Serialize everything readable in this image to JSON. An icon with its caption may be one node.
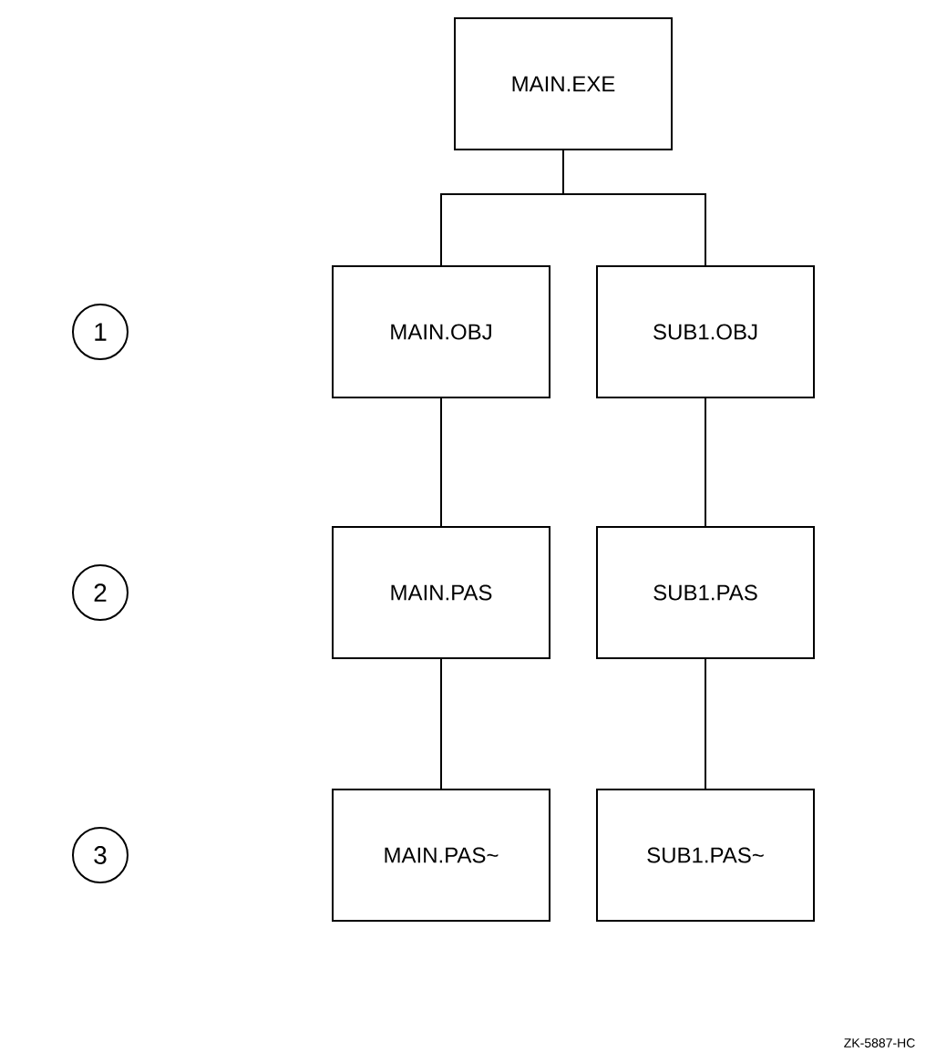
{
  "diagram": {
    "nodes": [
      {
        "text": [
          "MAIN.EXE"
        ]
      },
      {
        "text": [
          "MAIN.OBJ"
        ]
      },
      {
        "text": [
          "SUB1.OBJ"
        ]
      },
      {
        "text": [
          "MAIN.PAS"
        ]
      },
      {
        "text": [
          "SUB1.PAS"
        ]
      },
      {
        "text": [
          "MAIN.PAS~"
        ]
      },
      {
        "text": [
          "SUB1.PAS~"
        ]
      }
    ],
    "edges": [
      {
        "from": 0,
        "to": 1,
        "arrow": "none"
      },
      {
        "from": 0,
        "to": 2,
        "arrow": "none"
      },
      {
        "from": 1,
        "to": 3,
        "arrow": "none"
      },
      {
        "from": 2,
        "to": 4,
        "arrow": "none"
      },
      {
        "from": 3,
        "to": 5,
        "arrow": "none"
      },
      {
        "from": 4,
        "to": 6,
        "arrow": "none"
      }
    ],
    "labels": [
      "1",
      "2",
      "3",
      "ZK-5887-HC"
    ]
  }
}
